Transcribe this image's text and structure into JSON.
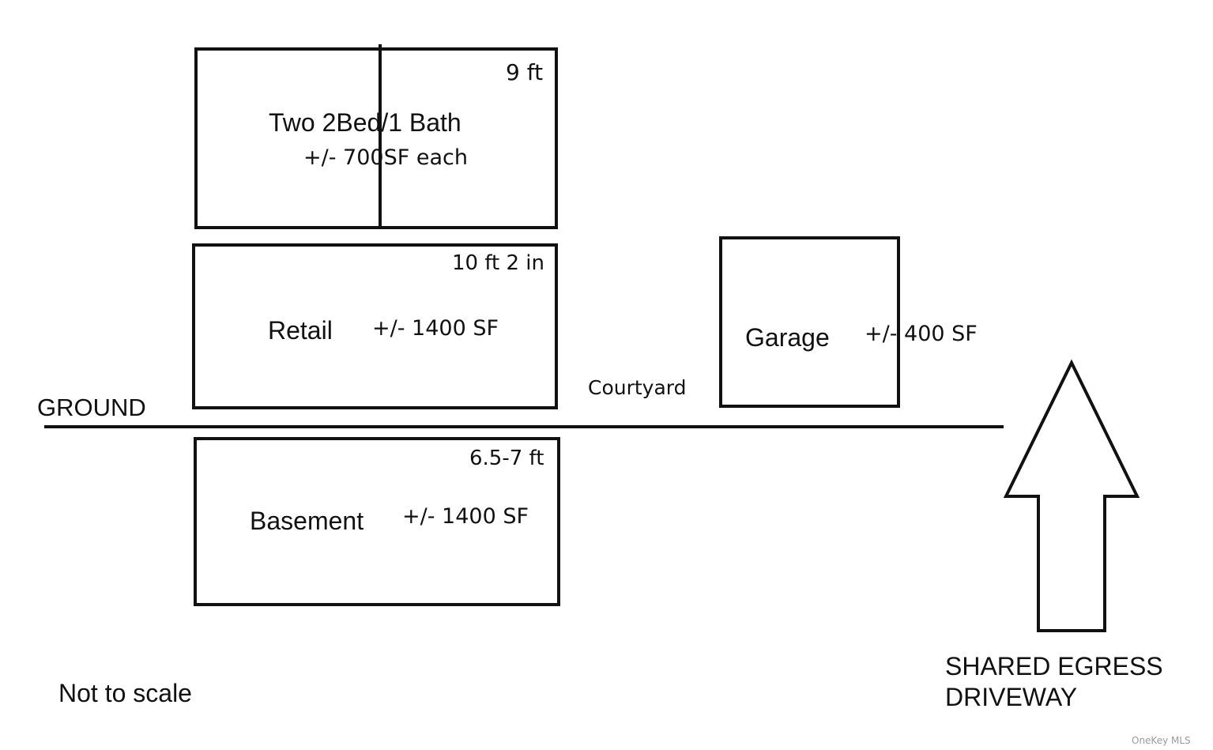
{
  "upper_floor": {
    "height": "9 ft",
    "title": "Two 2Bed/1 Bath",
    "area": "+/- 700SF each"
  },
  "retail": {
    "height": "10 ft 2 in",
    "name": "Retail",
    "area": "+/- 1400 SF"
  },
  "basement": {
    "height": "6.5-7 ft",
    "name": "Basement",
    "area": "+/- 1400 SF"
  },
  "garage": {
    "name": "Garage",
    "area": "+/- 400 SF"
  },
  "courtyard": "Courtyard",
  "ground": "GROUND",
  "driveway": {
    "line1": "SHARED EGRESS",
    "line2": "DRIVEWAY"
  },
  "note": "Not to scale",
  "watermark": "OneKey MLS",
  "colors": {
    "line": "#111111",
    "background": "#ffffff"
  },
  "icons": {
    "arrow": "up-arrow-icon"
  }
}
